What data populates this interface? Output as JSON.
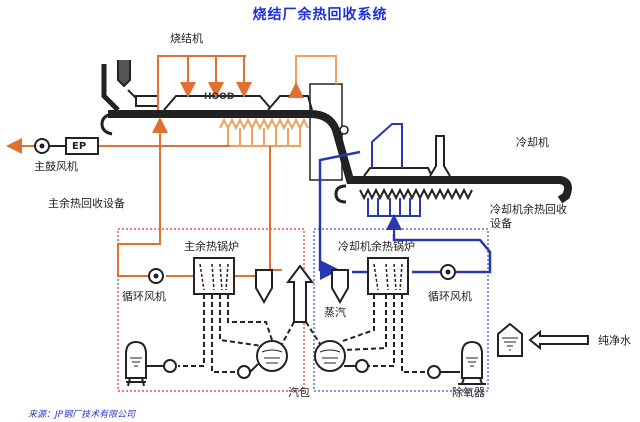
{
  "title": "烧结厂余热回收系统",
  "source": "来源：JP钢厂技术有限公司",
  "labels": {
    "sinter_machine": "烧结机",
    "hood": "HOOD",
    "ep": "EP",
    "main_blower": "主鼓风机",
    "main_heat_recovery_equipment": "主余热回收设备",
    "cooler": "冷却机",
    "cooler_heat_recovery_equipment_line1": "冷却机余热回收",
    "cooler_heat_recovery_equipment_line2": "设备",
    "main_waste_heat_boiler": "主余热锅炉",
    "cooler_waste_heat_boiler": "冷却机余热锅炉",
    "circulating_fan_left": "循环风机",
    "circulating_fan_right": "循环风机",
    "steam": "蒸汽",
    "steam_drum": "汽包",
    "deaerator": "除氧器",
    "pure_water": "纯净水"
  },
  "colors": {
    "title": "#1f2fd8",
    "hot_flow": "#e07030",
    "hot_flow_light": "#f0a060",
    "cool_flow": "#2838b0",
    "main_box_border": "#e05a4a",
    "cooler_box_border": "#6070d0",
    "equipment": "#222222"
  }
}
